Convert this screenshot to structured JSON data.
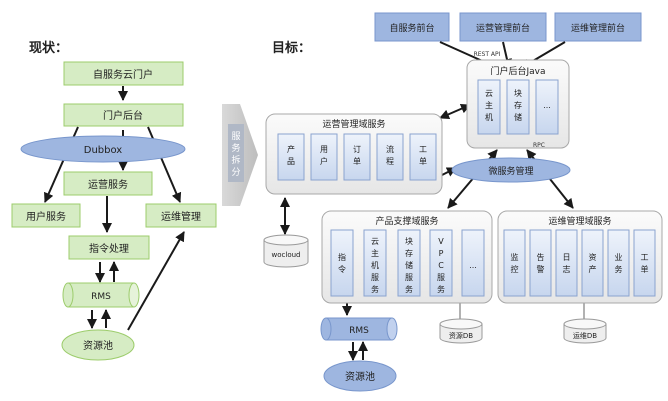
{
  "current": {
    "heading": "现状：",
    "self_service_portal": "自服务云门户",
    "portal_backend": "门户后台",
    "dubbox": "Dubbox",
    "operations_service": "运营服务",
    "user_service": "用户服务",
    "maintenance_mgmt": "运维管理",
    "command_processing": "指令处理",
    "rms": "RMS",
    "resource_pool": "资源池"
  },
  "transition": {
    "label_chars": [
      "服",
      "务",
      "拆",
      "分"
    ]
  },
  "target": {
    "heading": "目标：",
    "frontends": [
      "自服务前台",
      "运营管理前台",
      "运维管理前台"
    ],
    "rest_api": "REST API",
    "portal_backend_java": "门户后台Java",
    "backend_modules": [
      {
        "chars": [
          "云",
          "主",
          "机"
        ]
      },
      {
        "chars": [
          "块",
          "存",
          "储"
        ]
      },
      {
        "chars": [
          "..."
        ]
      }
    ],
    "rpc": "RPC",
    "microservice_mgmt": "微服务管理",
    "ops_domain": {
      "title": "运营管理域服务",
      "items": [
        {
          "chars": [
            "产",
            "品"
          ]
        },
        {
          "chars": [
            "用",
            "户"
          ]
        },
        {
          "chars": [
            "订",
            "单"
          ]
        },
        {
          "chars": [
            "流",
            "程"
          ]
        },
        {
          "chars": [
            "工",
            "单"
          ]
        }
      ]
    },
    "wocloud": "wocloud",
    "product_domain": {
      "title": "产品支撑域服务",
      "items": [
        {
          "chars": [
            "指",
            "令"
          ]
        },
        {
          "chars": [
            "云",
            "主",
            "机",
            "服",
            "务"
          ]
        },
        {
          "chars": [
            "块",
            "存",
            "储",
            "服",
            "务"
          ]
        },
        {
          "chars": [
            "V",
            "P",
            "C",
            "服",
            "务"
          ]
        },
        {
          "chars": [
            "..."
          ]
        }
      ]
    },
    "maint_domain": {
      "title": "运维管理域服务",
      "items": [
        {
          "chars": [
            "监",
            "控"
          ]
        },
        {
          "chars": [
            "告",
            "警"
          ]
        },
        {
          "chars": [
            "日",
            "志"
          ]
        },
        {
          "chars": [
            "资",
            "产"
          ]
        },
        {
          "chars": [
            "业",
            "务"
          ]
        },
        {
          "chars": [
            "工",
            "单"
          ]
        }
      ]
    },
    "rms": "RMS",
    "resource_db": "资源DB",
    "maint_db": "运维DB",
    "resource_pool": "资源池"
  }
}
